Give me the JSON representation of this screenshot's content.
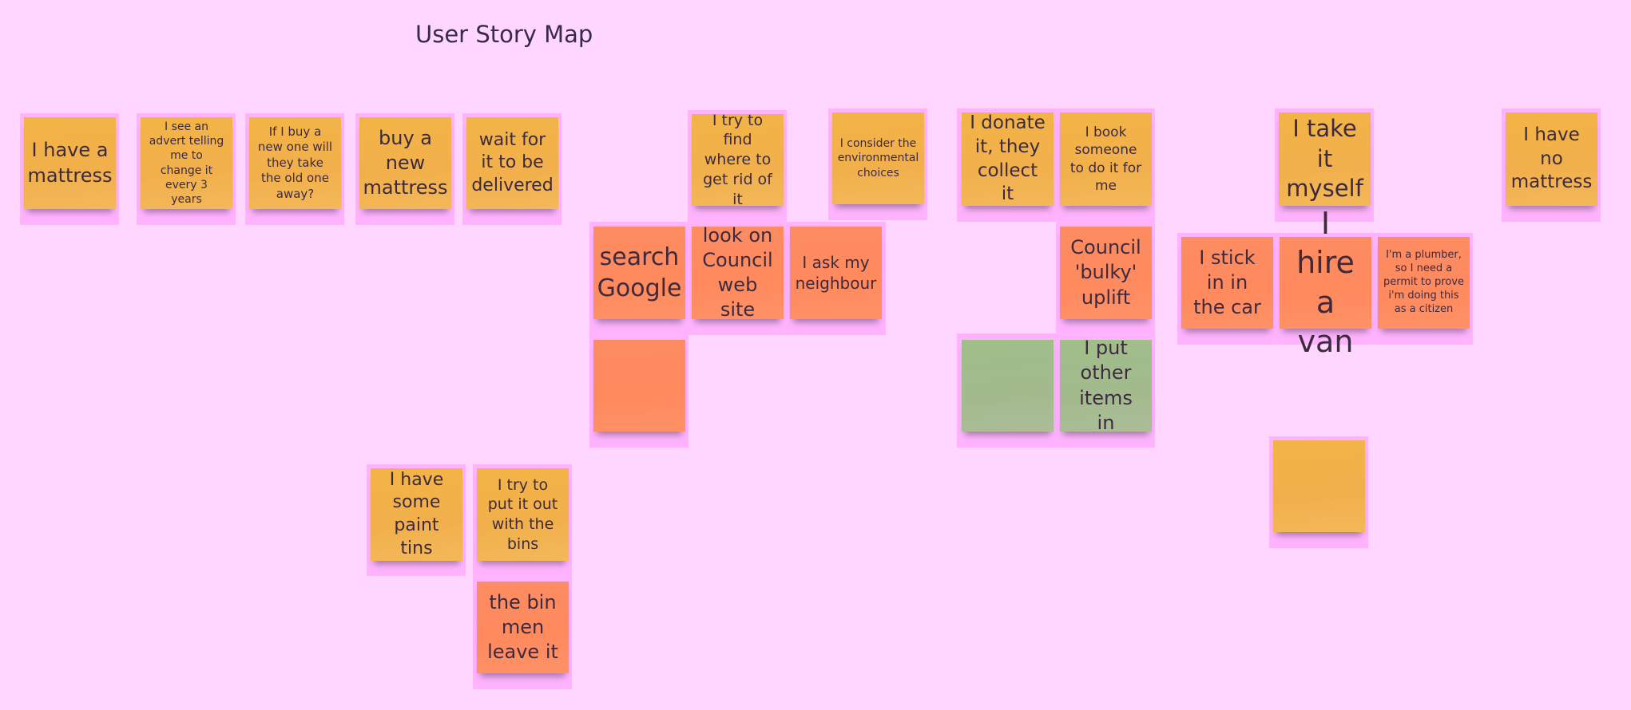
{
  "board": {
    "title": "User Story Map"
  },
  "notes": {
    "have_mattress": "I have a mattress",
    "see_advert": "I see an advert telling me to change it every 3 years",
    "buy_new_take_old": "If I buy a new one will they take the old one away?",
    "buy_new_mattress": "buy a new mattress",
    "wait_delivered": "wait for it to be delivered",
    "find_where": "I try to find where to get rid of it",
    "consider_env": "I consider the environmental choices",
    "donate": "I donate it, they collect it",
    "book_someone": "I book someone to do it for me",
    "take_myself": "I take it myself",
    "no_mattress": "I have no mattress",
    "search_google": "search Google",
    "council_site": "look on Council web site",
    "ask_neighbour": "I ask my neighbour",
    "council_bulky": "Council 'bulky' uplift",
    "stick_in_car": "I stick in in the car",
    "hire_van": "I hire a van",
    "plumber": "I'm a plumber, so I need a permit to prove i'm doing this as a citizen",
    "other_items": "I put other items in",
    "paint_tins": "I have some paint tins",
    "put_out_bins": "I try to put it out with the bins",
    "bin_men": "the bin men leave it"
  },
  "colors": {
    "background": "#ffd6ff",
    "highlight": "#ffb3ff",
    "yellow_note": "#f2b248",
    "orange_note": "#ff8a5e",
    "green_note": "#a3ba8d"
  }
}
